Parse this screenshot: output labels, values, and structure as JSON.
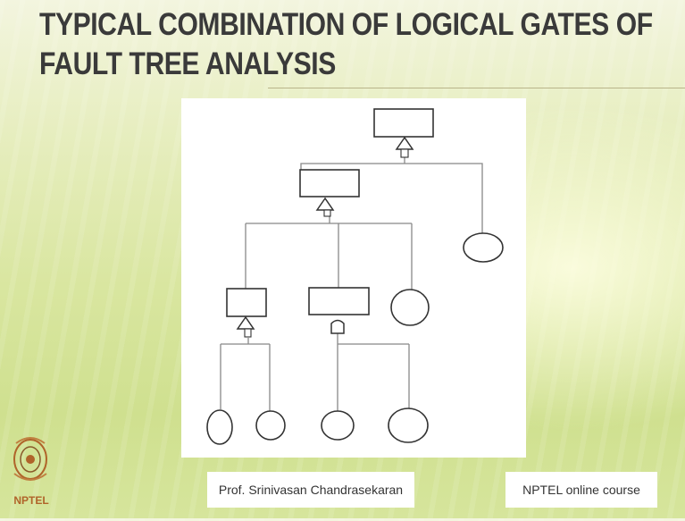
{
  "slide": {
    "title_line1": "TYPICAL COMBINATION OF LOGICAL GATES OF",
    "title_line2": "FAULT TREE ANALYSIS"
  },
  "footer": {
    "professor": "Prof. Srinivasan Chandrasekaran",
    "course": "NPTEL online course"
  },
  "logo": {
    "text": "NPTEL",
    "icon": "nptel-logo-icon"
  },
  "diagram": {
    "line_color": "#333333",
    "connector_color": "#888888",
    "node_types": [
      "top-event-box",
      "intermediate-event-box",
      "basic-event-circle",
      "or-gate-icon",
      "and-gate-icon"
    ]
  }
}
